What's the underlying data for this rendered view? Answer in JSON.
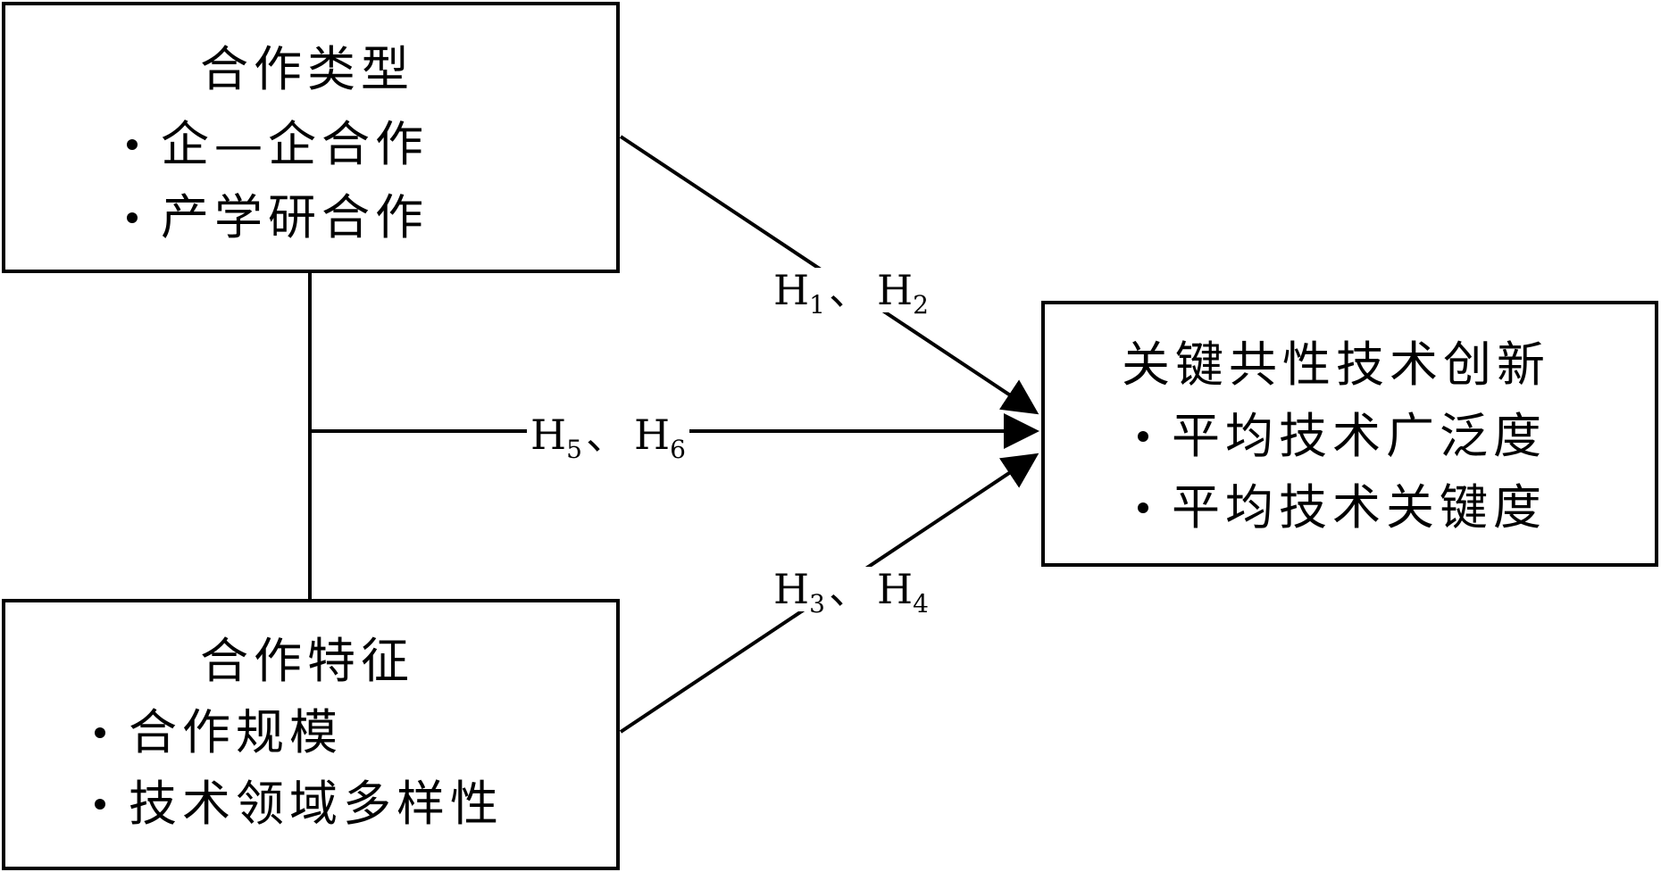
{
  "boxes": {
    "coop_type": {
      "title": "合作类型",
      "items": [
        "企—企合作",
        "产学研合作"
      ]
    },
    "coop_features": {
      "title": "合作特征",
      "items": [
        "合作规模",
        "技术领域多样性"
      ]
    },
    "outcome": {
      "title": "关键共性技术创新",
      "items": [
        "平均技术广泛度",
        "平均技术关键度"
      ]
    }
  },
  "hypotheses": {
    "top": {
      "a": "H",
      "a_sub": "1",
      "sep": "、",
      "b": "H",
      "b_sub": "2"
    },
    "middle": {
      "a": "H",
      "a_sub": "5",
      "sep": "、",
      "b": "H",
      "b_sub": "6"
    },
    "bottom": {
      "a": "H",
      "a_sub": "3",
      "sep": "、",
      "b": "H",
      "b_sub": "4"
    }
  }
}
